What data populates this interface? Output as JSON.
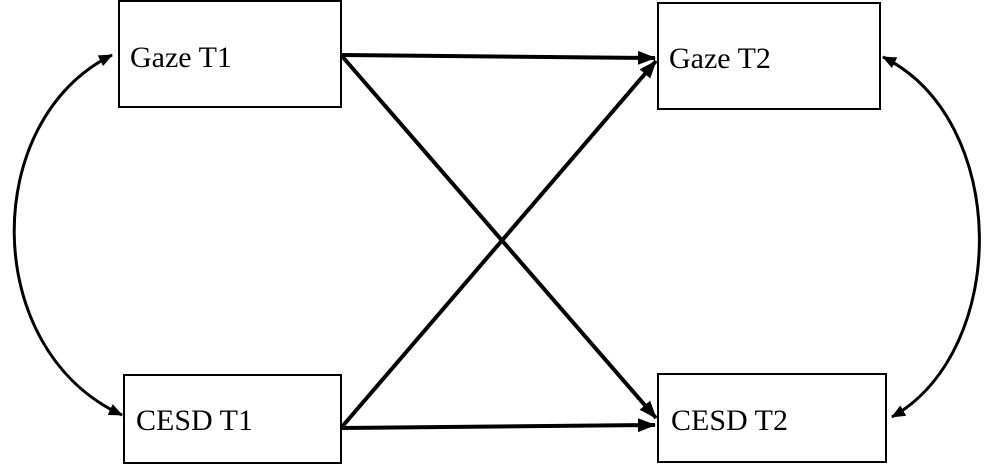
{
  "nodes": {
    "gaze_t1": {
      "label": "Gaze T1"
    },
    "gaze_t2": {
      "label": "Gaze T2"
    },
    "cesd_t1": {
      "label": "CESD T1"
    },
    "cesd_t2": {
      "label": "CESD T2"
    }
  },
  "paths": [
    {
      "from": "Gaze T1",
      "to": "Gaze T2"
    },
    {
      "from": "Gaze T1",
      "to": "CESD T2"
    },
    {
      "from": "CESD T1",
      "to": "Gaze T2"
    },
    {
      "from": "CESD T1",
      "to": "CESD T2"
    }
  ],
  "covariances": [
    {
      "between": [
        "Gaze T1",
        "CESD T1"
      ]
    },
    {
      "between": [
        "Gaze T2",
        "CESD T2"
      ]
    }
  ],
  "colors": {
    "stroke": "#000000",
    "background": "#ffffff"
  }
}
